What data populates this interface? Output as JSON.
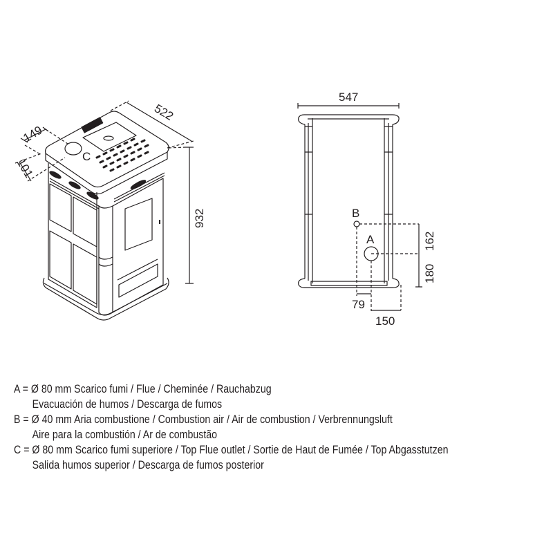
{
  "iso_view": {
    "dim_depth": "522",
    "dim_height": "932",
    "dim_flue_offset_side": "149",
    "dim_flue_offset_back": "101",
    "label_c": "C"
  },
  "rear_view": {
    "dim_width": "547",
    "dim_b_above_a": "162",
    "dim_a_height": "180",
    "dim_b_to_a_horizontal": "79",
    "dim_a_from_side": "150",
    "label_a": "A",
    "label_b": "B"
  },
  "legend": [
    {
      "line1": "A = Ø 80 mm  Scarico fumi / Flue / Cheminée / Rauchabzug",
      "line2": "Evacuación de humos / Descarga de fumos"
    },
    {
      "line1": "B = Ø 40 mm  Aria combustione / Combustion air / Air de combustion / Verbrennungsluft",
      "line2": "Aire para la combustión / Ar de combustão"
    },
    {
      "line1": "C = Ø 80 mm  Scarico fumi superiore / Top Flue outlet / Sortie de Haut de Fumée / Top Abgasstutzen",
      "line2": "Salida humos superior / Descarga de fumos posterior"
    }
  ]
}
